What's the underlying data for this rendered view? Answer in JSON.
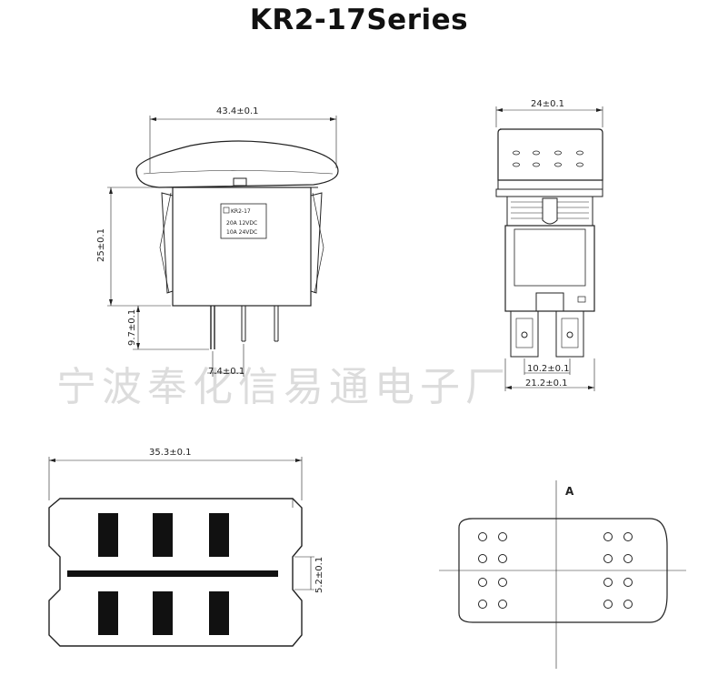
{
  "title": "KR2-17Series",
  "front_view": {
    "width_dim": "43.4±0.1",
    "height_dim": "25±0.1",
    "terminal_dim": "9.7±0.1",
    "pitch_dim": "7.4±0.1",
    "label_model": "KR2-17",
    "label_rating1": "20A 12VDC",
    "label_rating2": "10A 24VDC"
  },
  "side_view": {
    "width_dim": "24±0.1",
    "inner_dim": "10.2±0.1",
    "outer_dim": "21.2±0.1"
  },
  "bottom_view": {
    "width_dim": "35.3±0.1",
    "notch_dim": "5.2±0.1"
  },
  "top_view": {
    "axis_label": "A"
  },
  "watermark": "宁波奉化信易通电子厂"
}
